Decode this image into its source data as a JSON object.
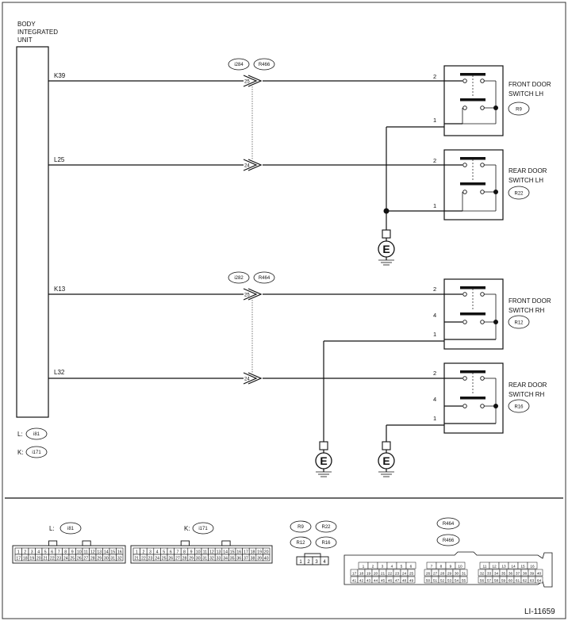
{
  "unit": {
    "line1": "BODY",
    "line2": "INTEGRATED",
    "line3": "UNIT"
  },
  "wires": [
    {
      "code": "K39",
      "pin": "25",
      "sw_pin": "2"
    },
    {
      "code": "L25",
      "pin": "24",
      "sw_pin": "2"
    },
    {
      "code": "K13",
      "pin": "25",
      "sw_pin": "2"
    },
    {
      "code": "L32",
      "pin": "24",
      "sw_pin": "2"
    }
  ],
  "connectors_top": [
    "i284",
    "R466"
  ],
  "connectors_bottom": [
    "i282",
    "R464"
  ],
  "switches": [
    {
      "line1": "FRONT DOOR",
      "line2": "SWITCH LH",
      "conn": "R9",
      "pins": [
        "2",
        "1"
      ]
    },
    {
      "line1": "REAR DOOR",
      "line2": "SWITCH LH",
      "conn": "R22",
      "pins": [
        "2",
        "1"
      ]
    },
    {
      "line1": "FRONT DOOR",
      "line2": "SWITCH RH",
      "conn": "R12",
      "pins": [
        "2",
        "4",
        "1"
      ]
    },
    {
      "line1": "REAR DOOR",
      "line2": "SWITCH RH",
      "conn": "R16",
      "pins": [
        "2",
        "4",
        "1"
      ]
    }
  ],
  "ground": "E",
  "legend": [
    {
      "key": "L:",
      "conn": "i81"
    },
    {
      "key": "K:",
      "conn": "i171"
    }
  ],
  "bottom": {
    "i81_label": "L:",
    "i81_conn": "i81",
    "i171_label": "K:",
    "i171_conn": "i171",
    "switch_conns": [
      "R9",
      "R22",
      "R12",
      "R16"
    ],
    "switch_pins": [
      "1",
      "2",
      "3",
      "4"
    ],
    "r_conns": [
      "R464",
      "R466"
    ]
  },
  "figure_id": "LI-11659"
}
